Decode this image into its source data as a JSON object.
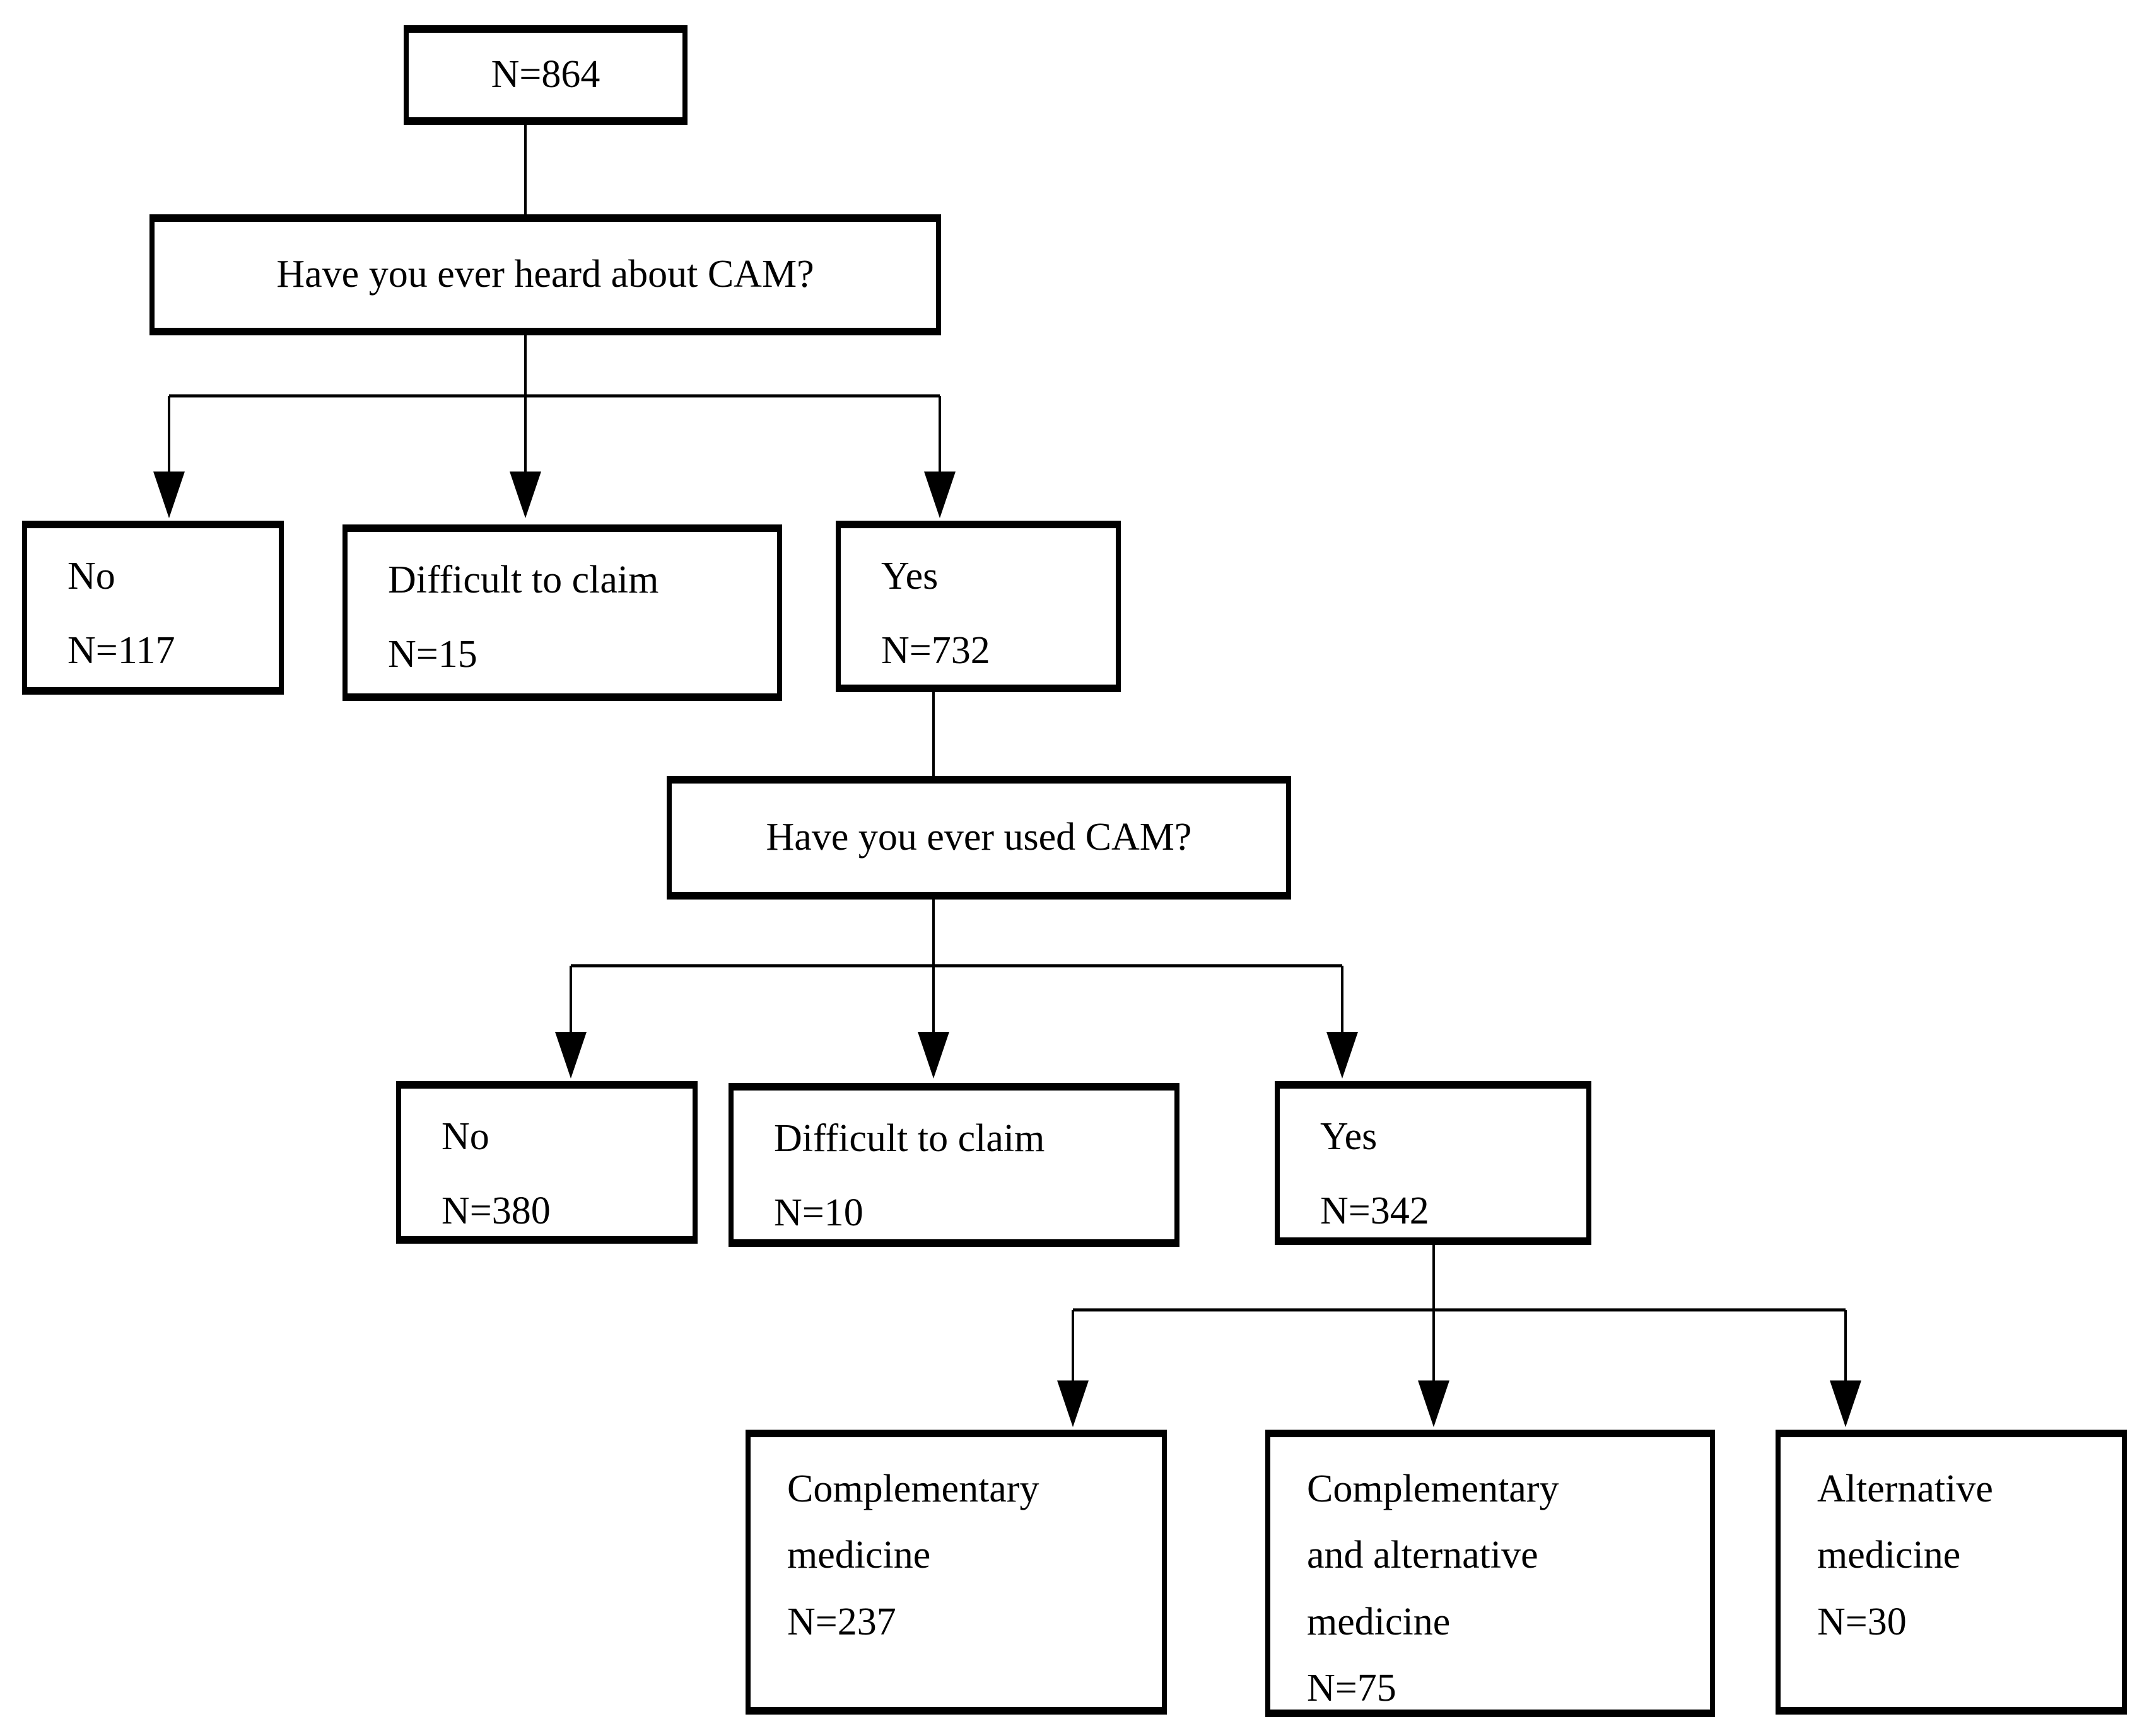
{
  "diagram": {
    "root": {
      "label": "N=864"
    },
    "question_heard": {
      "label": "Have you ever heard about CAM?"
    },
    "heard": {
      "no": {
        "label": "No",
        "n": "N=117"
      },
      "difficult": {
        "label": "Difficult to claim",
        "n": "N=15"
      },
      "yes": {
        "label": "Yes",
        "n": "N=732"
      }
    },
    "question_used": {
      "label": "Have you ever used CAM?"
    },
    "used": {
      "no": {
        "label": "No",
        "n": "N=380"
      },
      "difficult": {
        "label": "Difficult to claim",
        "n": "N=10"
      },
      "yes": {
        "label": "Yes",
        "n": "N=342"
      }
    },
    "cam_type": {
      "complementary": {
        "lines": [
          "Complementary",
          "medicine"
        ],
        "n": "N=237"
      },
      "complementary_alternative": {
        "lines": [
          "Complementary",
          "and alternative",
          "medicine"
        ],
        "n": "N=75"
      },
      "alternative": {
        "lines": [
          "Alternative",
          "medicine"
        ],
        "n": "N=30"
      }
    },
    "colors": {
      "line": "#000000",
      "background": "#ffffff"
    }
  }
}
